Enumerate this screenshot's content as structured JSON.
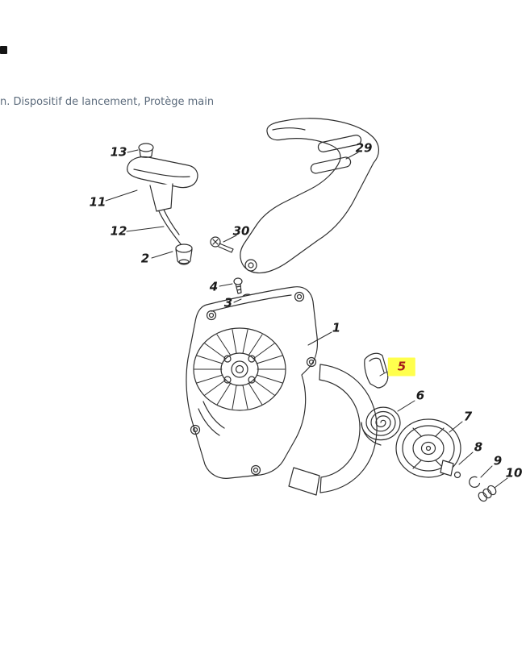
{
  "header": {
    "caption": "n. Dispositif de lancement, Protège main"
  },
  "diagram": {
    "highlight": {
      "part": "5",
      "bg_color": "#ffff4d",
      "text_color": "#a61c1c"
    },
    "labels": {
      "l1": {
        "text": "1"
      },
      "l2": {
        "text": "2"
      },
      "l3": {
        "text": "3"
      },
      "l4": {
        "text": "4"
      },
      "l5": {
        "text": "5"
      },
      "l6": {
        "text": "6"
      },
      "l7": {
        "text": "7"
      },
      "l8": {
        "text": "8"
      },
      "l9": {
        "text": "9"
      },
      "l10": {
        "text": "10"
      },
      "l11": {
        "text": "11"
      },
      "l12": {
        "text": "12"
      },
      "l13": {
        "text": "13"
      },
      "l29": {
        "text": "29"
      },
      "l30": {
        "text": "30"
      }
    }
  }
}
